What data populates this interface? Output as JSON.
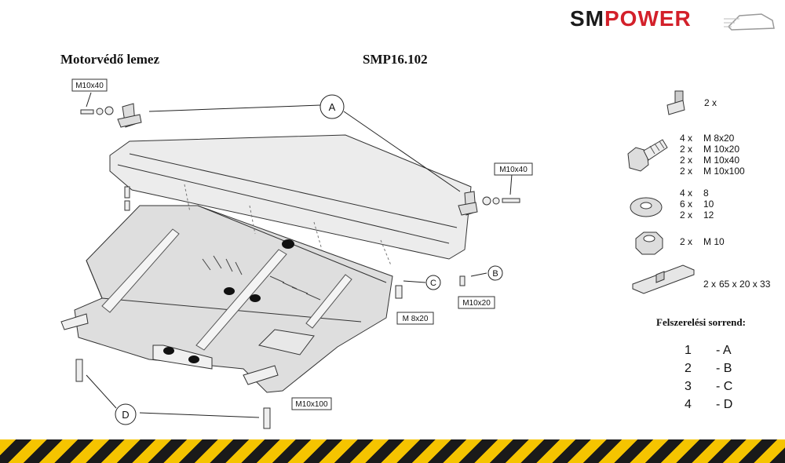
{
  "brand": {
    "prefix": "SM",
    "suffix": "POWER"
  },
  "header": {
    "title": "Motorvédő lemez",
    "code": "SMP16.102"
  },
  "diagram": {
    "callouts": {
      "a": "A",
      "b": "B",
      "c": "C",
      "d": "D"
    },
    "bolt_labels": {
      "top_left": "M10x40",
      "right": "M10x40",
      "b": "M10x20",
      "c": "M 8x20",
      "d": "M10x100"
    }
  },
  "parts": {
    "bracket": {
      "qty": "2 x",
      "icon": "bracket-icon"
    },
    "bolts": {
      "icon": "bolt-icon",
      "rows": [
        {
          "qty": "4 x",
          "spec": "M 8x20"
        },
        {
          "qty": "2 x",
          "spec": "M 10x20"
        },
        {
          "qty": "2 x",
          "spec": "M 10x40"
        },
        {
          "qty": "2 x",
          "spec": "M 10x100"
        }
      ]
    },
    "washers": {
      "icon": "washer-icon",
      "rows": [
        {
          "qty": "4 x",
          "spec": "8"
        },
        {
          "qty": "6 x",
          "spec": "10"
        },
        {
          "qty": "2 x",
          "spec": "12"
        }
      ]
    },
    "nut": {
      "icon": "nut-icon",
      "qty": "2 x",
      "spec": "M 10"
    },
    "plate": {
      "icon": "plate-icon",
      "qty": "2 x",
      "spec": "65 x 20 x 33"
    }
  },
  "assembly": {
    "title": "Felszerelési sorrend:",
    "steps": [
      {
        "num": "1",
        "letter": "- A"
      },
      {
        "num": "2",
        "letter": "- B"
      },
      {
        "num": "3",
        "letter": "- C"
      },
      {
        "num": "4",
        "letter": "- D"
      }
    ]
  },
  "colors": {
    "brand_red": "#d3202a",
    "brand_dark": "#1a1a1a",
    "stripe_yellow": "#f5c400"
  }
}
